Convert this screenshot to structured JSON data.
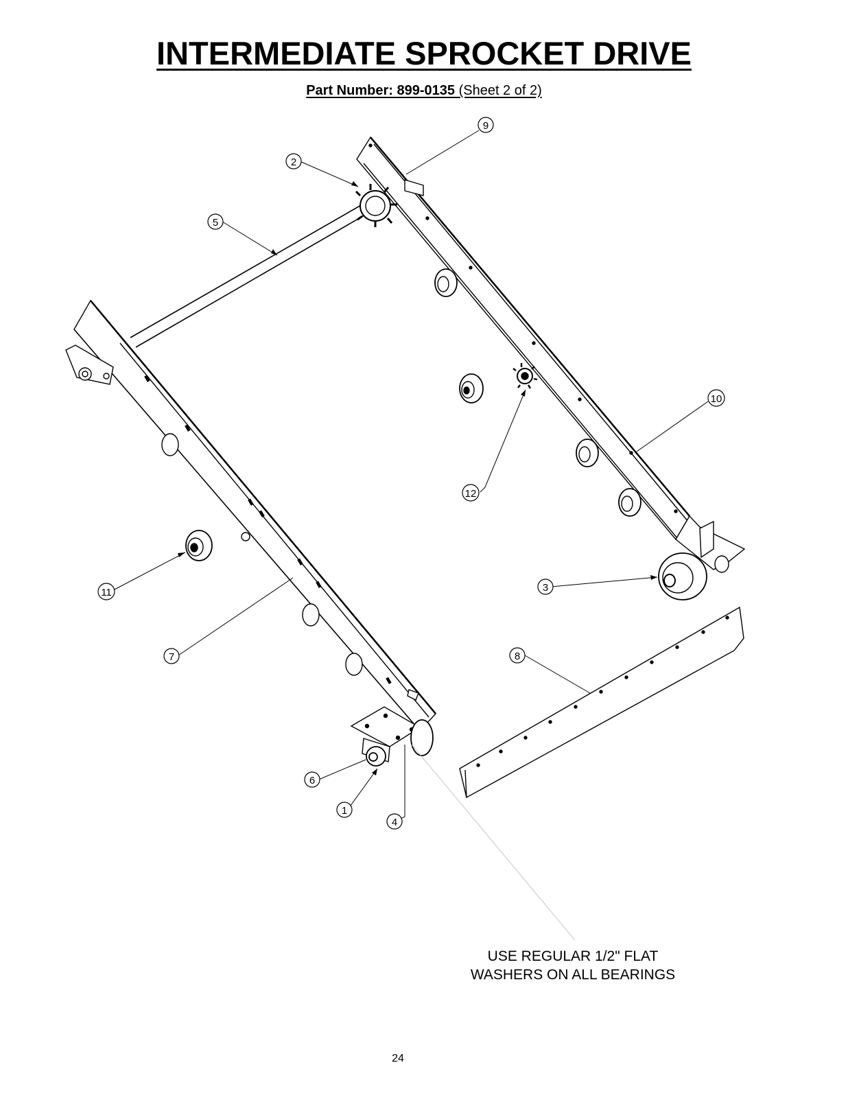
{
  "header": {
    "title": "INTERMEDIATE SPROCKET DRIVE",
    "part_label": "Part Number:",
    "part_number": "899-0135",
    "sheet": "(Sheet 2 of 2)"
  },
  "callouts": [
    "9",
    "2",
    "5",
    "10",
    "12",
    "11",
    "3",
    "7",
    "8",
    "6",
    "1",
    "4"
  ],
  "note": {
    "line1": "USE REGULAR 1/2\" FLAT",
    "line2": "WASHERS ON ALL BEARINGS"
  },
  "footer": {
    "page_number": "24"
  }
}
